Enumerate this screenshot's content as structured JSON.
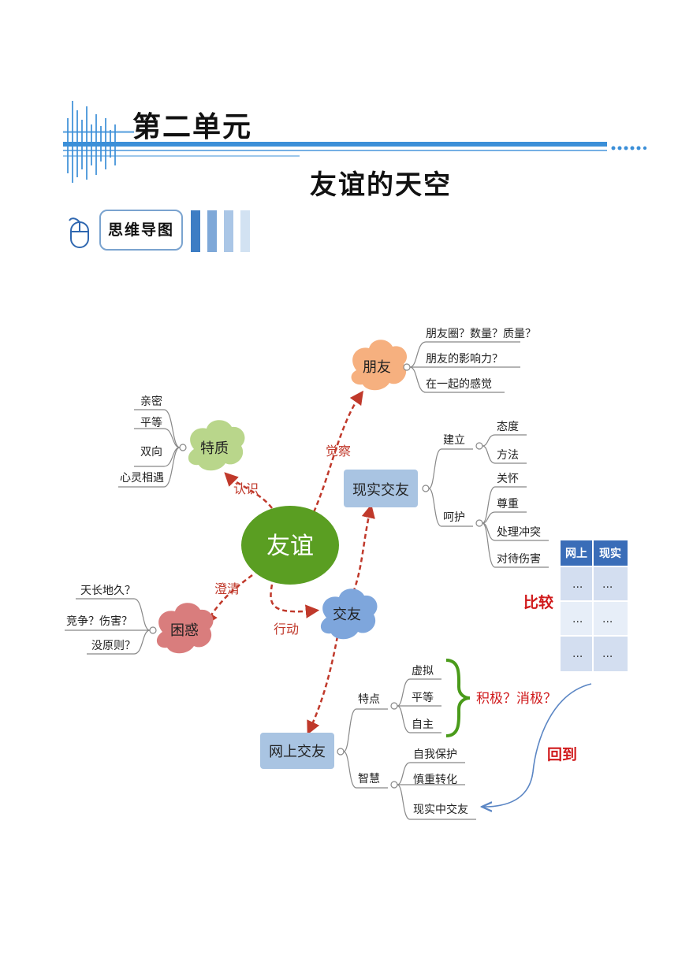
{
  "header": {
    "unit_title": "第二单元",
    "unit_subtitle": "友谊的天空",
    "section_label": "思维导图"
  },
  "colors": {
    "header_blue": "#3b8fd8",
    "center_green": "#5a9e22",
    "edge_red": "#c0392b",
    "node_blue": "#a9c4e2",
    "cloud_orange": "#f6b07f",
    "cloud_green": "#b9d68b",
    "cloud_red": "#d97d7d",
    "cloud_blue": "#7ea6dc",
    "accent_red": "#d0191b",
    "brace_green": "#4a9b1a",
    "table_header": "#3a6db8"
  },
  "mindmap": {
    "center": "友谊",
    "edges": {
      "observe": "觉察",
      "know": "认识",
      "clarify": "澄清",
      "act": "行动"
    },
    "friend": {
      "label": "朋友",
      "leaves": [
        "朋友圈？数量？质量？",
        "朋友的影响力？",
        "在一起的感觉"
      ]
    },
    "trait": {
      "label": "特质",
      "leaves": [
        "亲密",
        "平等",
        "双向",
        "心灵相遇"
      ]
    },
    "confusion": {
      "label": "困惑",
      "leaves": [
        "天长地久？",
        "竞争？伤害？",
        "没原则？"
      ]
    },
    "making_friends": {
      "label": "交友"
    },
    "real": {
      "label": "现实交友",
      "build": {
        "label": "建立",
        "leaves": [
          "态度",
          "方法"
        ]
      },
      "care": {
        "label": "呵护",
        "leaves": [
          "关怀",
          "尊重",
          "处理冲突",
          "对待伤害"
        ]
      }
    },
    "online": {
      "label": "网上交友",
      "traits": {
        "label": "特点",
        "leaves": [
          "虚拟",
          "平等",
          "自主"
        ]
      },
      "wisdom": {
        "label": "智慧",
        "leaves": [
          "自我保护",
          "慎重转化",
          "现实中交友"
        ]
      }
    },
    "compare_label": "比较",
    "pos_neg_label": "积极？消极？",
    "return_label": "回到",
    "compare_table": {
      "headers": [
        "网上",
        "现实"
      ],
      "rows": [
        [
          "...",
          "..."
        ],
        [
          "...",
          "..."
        ],
        [
          "...",
          "..."
        ]
      ]
    }
  }
}
